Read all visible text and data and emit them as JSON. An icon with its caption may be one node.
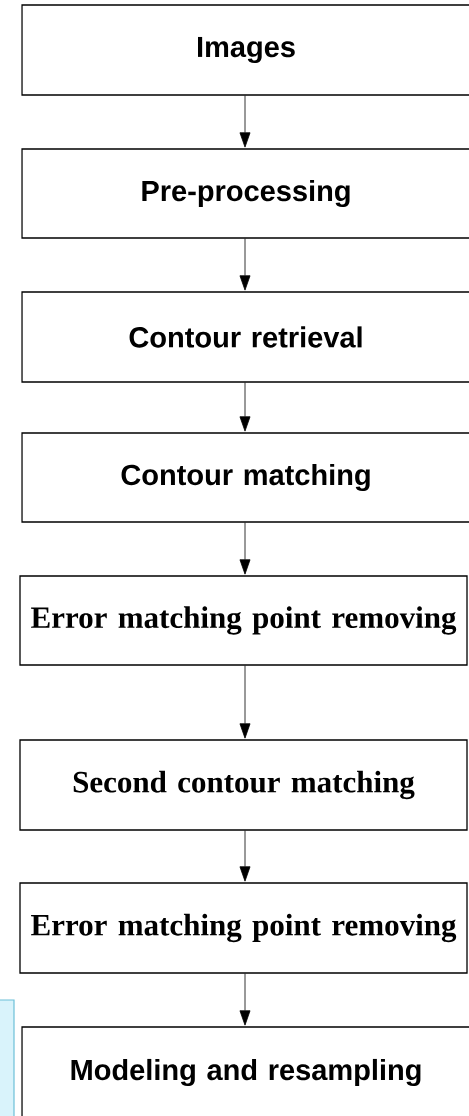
{
  "diagram": {
    "nodes": [
      {
        "text": [
          "Images"
        ]
      },
      {
        "text": [
          "Pre-processing"
        ]
      },
      {
        "text": [
          "Contour retrieval"
        ]
      },
      {
        "text": [
          "Contour matching"
        ]
      },
      {
        "text": [
          "Error matching point removing"
        ]
      },
      {
        "text": [
          "Second contour matching"
        ]
      },
      {
        "text": [
          "Error matching point removing"
        ]
      },
      {
        "text": [
          "Modeling and resampling"
        ]
      }
    ],
    "edges": [
      {
        "from": 0,
        "to": 1,
        "arrow": "to"
      },
      {
        "from": 1,
        "to": 2,
        "arrow": "to"
      },
      {
        "from": 2,
        "to": 3,
        "arrow": "to"
      },
      {
        "from": 3,
        "to": 4,
        "arrow": "to"
      },
      {
        "from": 4,
        "to": 5,
        "arrow": "to"
      },
      {
        "from": 5,
        "to": 6,
        "arrow": "to"
      },
      {
        "from": 6,
        "to": 7,
        "arrow": "to"
      }
    ]
  }
}
